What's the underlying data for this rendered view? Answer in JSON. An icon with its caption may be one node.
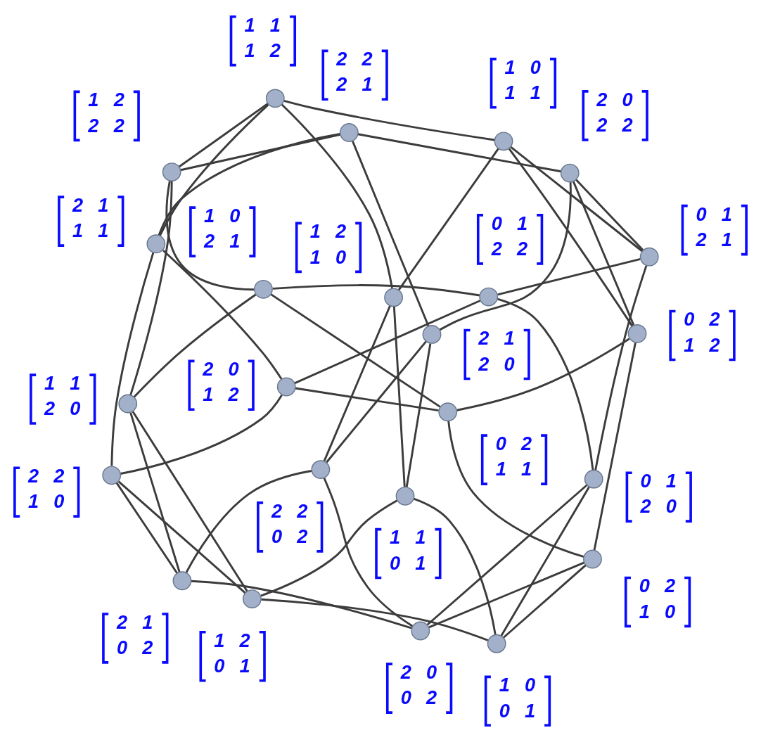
{
  "diagram": {
    "nodes": [
      {
        "text": [],
        "shape": "circle",
        "beside": [
          "1 0 0 1"
        ]
      },
      {
        "text": [],
        "shape": "circle",
        "beside": [
          "2 0 0 2"
        ]
      },
      {
        "text": [],
        "shape": "circle",
        "beside": [
          "1 2 0 1"
        ]
      },
      {
        "text": [],
        "shape": "circle",
        "beside": [
          "2 1 0 2"
        ]
      },
      {
        "text": [],
        "shape": "circle",
        "beside": [
          "0 2 1 0"
        ]
      },
      {
        "text": [],
        "shape": "circle",
        "beside": [
          "2 2 1 0"
        ]
      },
      {
        "text": [],
        "shape": "circle",
        "beside": [
          "0 1 2 0"
        ]
      },
      {
        "text": [],
        "shape": "circle",
        "beside": [
          "1 1 0 1"
        ]
      },
      {
        "text": [],
        "shape": "circle",
        "beside": [
          "2 2 0 2"
        ]
      },
      {
        "text": [],
        "shape": "circle",
        "beside": [
          "1 1 2 0"
        ]
      },
      {
        "text": [],
        "shape": "circle",
        "beside": [
          "0 2 1 1"
        ]
      },
      {
        "text": [],
        "shape": "circle",
        "beside": [
          "2 0 1 2"
        ]
      },
      {
        "text": [],
        "shape": "circle",
        "beside": [
          "0 1 2 2"
        ]
      },
      {
        "text": [],
        "shape": "circle",
        "beside": [
          "1 0 2 1"
        ]
      },
      {
        "text": [],
        "shape": "circle",
        "beside": [
          "0 2 1 2"
        ]
      },
      {
        "text": [],
        "shape": "circle",
        "beside": [
          "2 1 1 1"
        ]
      },
      {
        "text": [],
        "shape": "circle",
        "beside": [
          "1 2 1 0"
        ]
      },
      {
        "text": [],
        "shape": "circle",
        "beside": [
          "2 1 2 0"
        ]
      },
      {
        "text": [],
        "shape": "circle",
        "beside": [
          "0 1 2 1"
        ]
      },
      {
        "text": [],
        "shape": "circle",
        "beside": [
          "1 2 2 2"
        ]
      },
      {
        "text": [],
        "shape": "circle",
        "beside": [
          "1 0 1 1"
        ]
      },
      {
        "text": [],
        "shape": "circle",
        "beside": [
          "2 0 2 2"
        ]
      },
      {
        "text": [],
        "shape": "circle",
        "beside": [
          "1 1 1 2"
        ]
      },
      {
        "text": [],
        "shape": "circle",
        "beside": [
          "2 2 2 1"
        ]
      }
    ],
    "edges": [
      {
        "from": 0,
        "to": 7,
        "arrow": "none"
      },
      {
        "from": 0,
        "to": 4,
        "arrow": "none"
      },
      {
        "from": 1,
        "to": 8,
        "arrow": "none"
      },
      {
        "from": 1,
        "to": 6,
        "arrow": "none"
      },
      {
        "from": 2,
        "to": 0,
        "arrow": "none"
      },
      {
        "from": 2,
        "to": 5,
        "arrow": "none"
      },
      {
        "from": 3,
        "to": 1,
        "arrow": "none"
      },
      {
        "from": 3,
        "to": 9,
        "arrow": "none"
      },
      {
        "from": 4,
        "to": 10,
        "arrow": "none"
      },
      {
        "from": 4,
        "to": 1,
        "arrow": "none"
      },
      {
        "from": 5,
        "to": 15,
        "arrow": "none"
      },
      {
        "from": 5,
        "to": 3,
        "arrow": "none"
      },
      {
        "from": 6,
        "to": 12,
        "arrow": "none"
      },
      {
        "from": 6,
        "to": 0,
        "arrow": "none"
      },
      {
        "from": 7,
        "to": 2,
        "arrow": "none"
      },
      {
        "from": 7,
        "to": 16,
        "arrow": "none"
      },
      {
        "from": 8,
        "to": 3,
        "arrow": "none"
      },
      {
        "from": 8,
        "to": 17,
        "arrow": "none"
      },
      {
        "from": 9,
        "to": 19,
        "arrow": "none"
      },
      {
        "from": 9,
        "to": 2,
        "arrow": "none"
      },
      {
        "from": 10,
        "to": 14,
        "arrow": "none"
      },
      {
        "from": 10,
        "to": 11,
        "arrow": "none"
      },
      {
        "from": 11,
        "to": 5,
        "arrow": "none"
      },
      {
        "from": 11,
        "to": 12,
        "arrow": "none"
      },
      {
        "from": 12,
        "to": 18,
        "arrow": "none"
      },
      {
        "from": 12,
        "to": 13,
        "arrow": "none"
      },
      {
        "from": 13,
        "to": 9,
        "arrow": "none"
      },
      {
        "from": 13,
        "to": 10,
        "arrow": "none"
      },
      {
        "from": 14,
        "to": 4,
        "arrow": "none"
      },
      {
        "from": 14,
        "to": 21,
        "arrow": "none"
      },
      {
        "from": 15,
        "to": 11,
        "arrow": "none"
      },
      {
        "from": 15,
        "to": 22,
        "arrow": "none"
      },
      {
        "from": 16,
        "to": 20,
        "arrow": "none"
      },
      {
        "from": 16,
        "to": 8,
        "arrow": "none"
      },
      {
        "from": 17,
        "to": 21,
        "arrow": "none"
      },
      {
        "from": 17,
        "to": 7,
        "arrow": "none"
      },
      {
        "from": 18,
        "to": 6,
        "arrow": "none"
      },
      {
        "from": 18,
        "to": 20,
        "arrow": "none"
      },
      {
        "from": 19,
        "to": 13,
        "arrow": "none"
      },
      {
        "from": 19,
        "to": 23,
        "arrow": "none"
      },
      {
        "from": 20,
        "to": 22,
        "arrow": "none"
      },
      {
        "from": 20,
        "to": 14,
        "arrow": "none"
      },
      {
        "from": 21,
        "to": 23,
        "arrow": "none"
      },
      {
        "from": 21,
        "to": 18,
        "arrow": "none"
      },
      {
        "from": 22,
        "to": 16,
        "arrow": "none"
      },
      {
        "from": 22,
        "to": 19,
        "arrow": "none"
      },
      {
        "from": 23,
        "to": 17,
        "arrow": "none"
      },
      {
        "from": 23,
        "to": 15,
        "arrow": "none"
      }
    ]
  }
}
